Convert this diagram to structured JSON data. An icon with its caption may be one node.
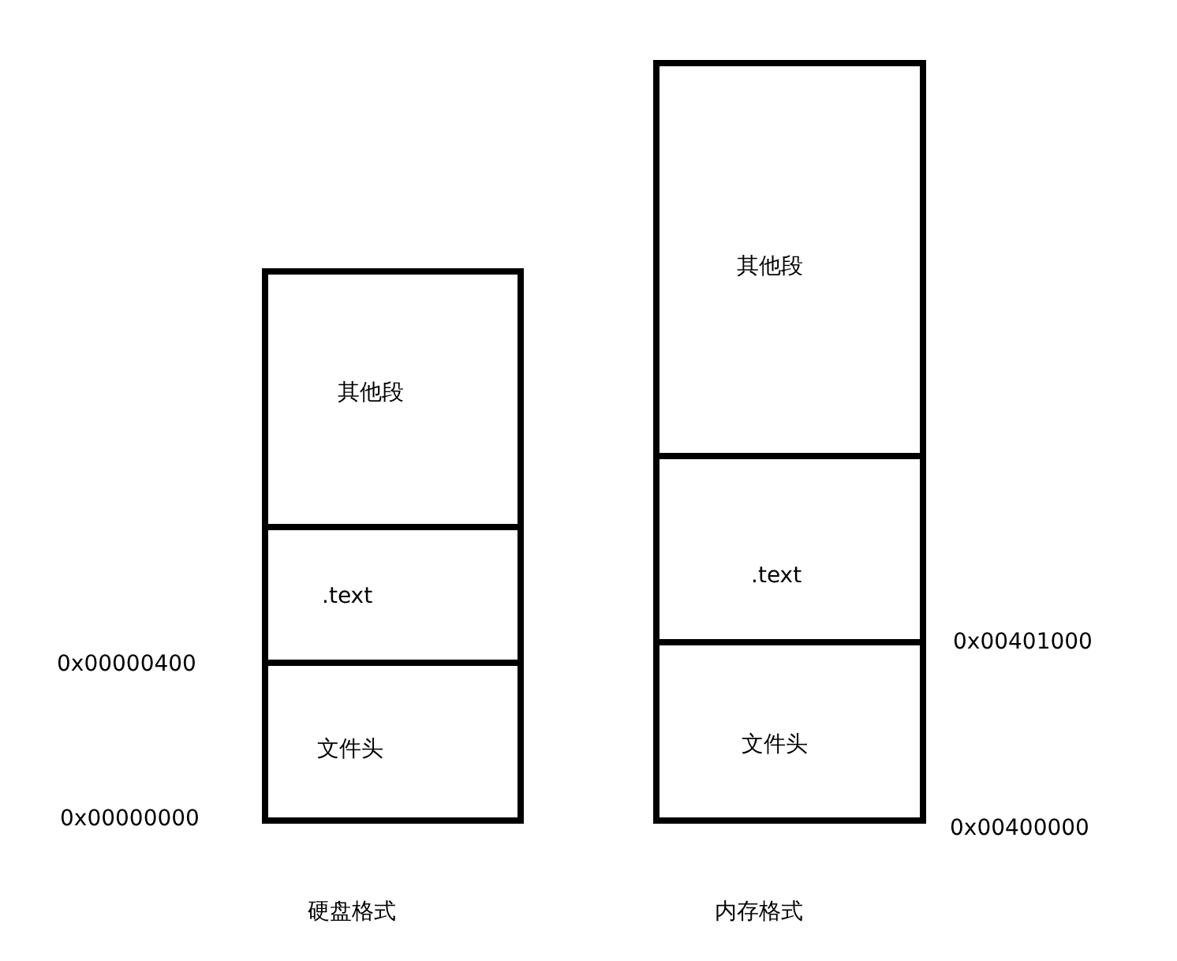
{
  "diagram": {
    "nodes": [
      {
        "text": [
          "其他段"
        ]
      },
      {
        "text": [
          ".text"
        ]
      },
      {
        "text": [
          "文件头"
        ]
      },
      {
        "text": [
          "其他段"
        ]
      },
      {
        "text": [
          ".text"
        ]
      },
      {
        "text": [
          "文件头"
        ]
      }
    ],
    "labels": [
      "0x00000400",
      "0x00000000",
      "0x00401000",
      "0x00400000",
      "硬盘格式",
      "内存格式"
    ]
  }
}
